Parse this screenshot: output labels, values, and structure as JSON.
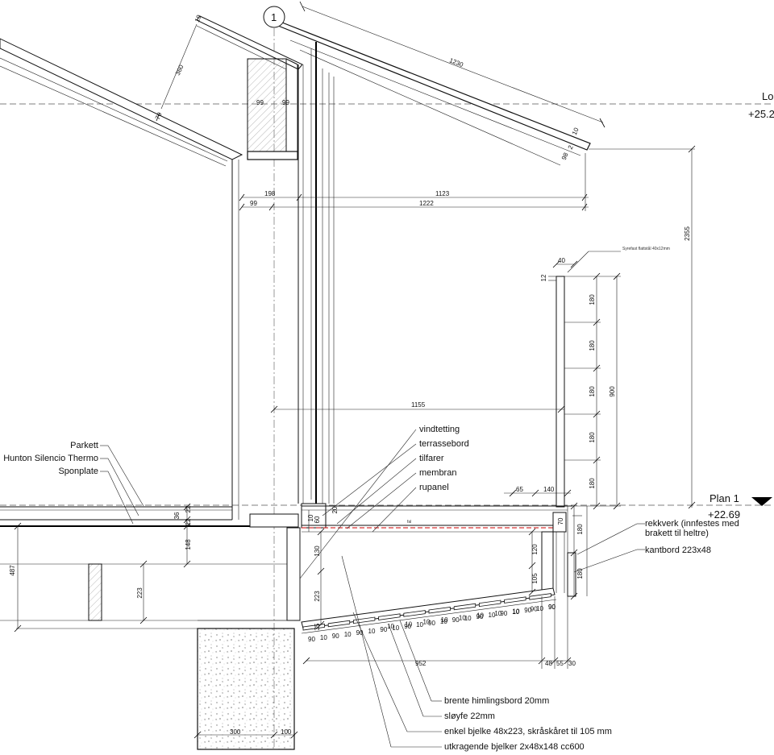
{
  "section_marker": "1",
  "levels": {
    "upper_name": "Lo",
    "upper_elev": "+25.2",
    "plan_name": "Plan 1",
    "plan_elev": "+22.69"
  },
  "labels_left": [
    "Parkett",
    "Hunton Silencio Thermo",
    "Sponplate"
  ],
  "labels_mid": [
    "vindtetting",
    "terrassebord",
    "tilfarer",
    "membran",
    "rupanel"
  ],
  "labels_right": [
    "rekkverk (innfestes med",
    "brakett til heltre)",
    "kantbord 223x48"
  ],
  "labels_bottom": [
    "brente himlingsbord 20mm",
    "sløyfe 22mm",
    "enkel bjelke 48x223, skråskåret til 105 mm",
    "utkragende bjelker 2x48x148 cc600"
  ],
  "annotation_small": "Syrefast flattstål 40x12mm",
  "dims": {
    "roof_slope_left": "360",
    "roof_edge_left": "70",
    "roof_top": "19",
    "roof_right_len": "1230",
    "roof_right_a": "98",
    "roof_right_b": "2",
    "roof_right_c": "10",
    "chimney_a": "99",
    "chimney_b": "99",
    "h_198": "198",
    "h_1123": "1123",
    "h_99": "99",
    "h_1222": "1222",
    "v_2355": "2355",
    "rail_40": "40",
    "rail_12": "12",
    "rail_180s": [
      "180",
      "180",
      "180",
      "180",
      "180"
    ],
    "rail_900": "900",
    "h_1155": "1155",
    "h_65": "65",
    "h_140": "140",
    "h_70": "70",
    "v_180_a": "180",
    "v_180_b": "180",
    "floor_36": "36",
    "floor_22a": "22",
    "floor_22b": "22",
    "floor_148": "148",
    "floor_487": "487",
    "floor_223": "223",
    "deck_60": "60",
    "deck_10": "10",
    "deck_20": "20",
    "deck_130": "130",
    "deck_223": "223",
    "deck_120": "120",
    "deck_105": "105",
    "soffit_35": "35",
    "soffit_pattern": [
      "90",
      "10",
      "90",
      "10",
      "90",
      "10",
      "90",
      "10",
      "90",
      "10",
      "90",
      "10",
      "90",
      "10",
      "90",
      "10",
      "90",
      "10",
      "90",
      "10",
      "90"
    ],
    "soffit_upper": [
      "10",
      "10",
      "10",
      "10",
      "10",
      "10",
      "10",
      "10",
      "90",
      "90"
    ],
    "h_952": "952",
    "h_48": "48",
    "h_55": "55",
    "h_30": "30",
    "found_300": "300",
    "found_100": "100",
    "fat": "fal"
  }
}
